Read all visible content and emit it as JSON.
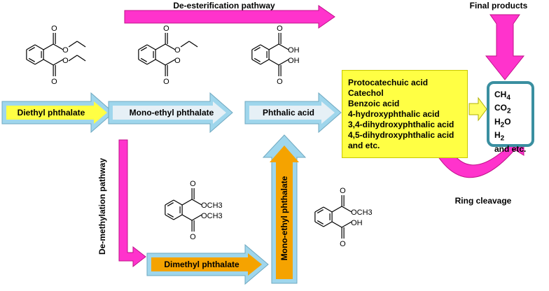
{
  "pathways": {
    "de_esterification": "De-esterification pathway",
    "de_methylation": "De-methylation pathway",
    "final_products": "Final products",
    "ring_cleavage": "Ring cleavage"
  },
  "compounds": {
    "diethyl_phthalate": "Diethyl phthalate",
    "mono_ethyl_phthalate": "Mono-ethyl phthalate",
    "phthalic_acid": "Phthalic acid",
    "dimethyl_phthalate": "Dimethyl phthalate",
    "mono_methyl_phthalate": "Mono-ethyl phthalate"
  },
  "structure_labels": {
    "ethyl_ester_o": "O",
    "oh": "OH",
    "och3_top": "OCH3",
    "och3_bottom": "OCH3"
  },
  "intermediates": [
    "Protocatechuic acid",
    "Catechol",
    "Benzoic acid",
    "4-hydroxyphthalic acid",
    "3,4-dihydroxyphthalic acid",
    "4,5-dihydroxyphthalic acid",
    "and etc."
  ],
  "products": {
    "ch4": {
      "base": "CH",
      "sub": "4"
    },
    "co2": {
      "base": "CO",
      "sub": "2"
    },
    "h2o": {
      "base": "H",
      "sub": "2",
      "tail": "O"
    },
    "h2": {
      "base": "H",
      "sub": "2"
    },
    "etc": "and etc."
  },
  "colors": {
    "pink": "#ff33cc",
    "yellow": "#ffff44",
    "light_blue": "#9fd6ec",
    "pale_blue": "#e6f0f6",
    "orange": "#f5a300",
    "teal": "#3a8fa0"
  }
}
